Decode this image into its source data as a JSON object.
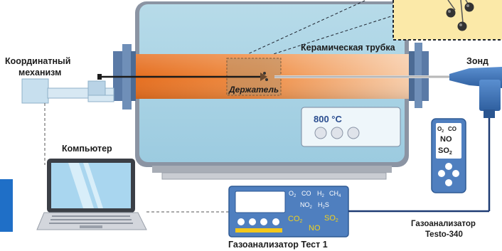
{
  "labels": {
    "ceramic_tube": "Керамическая трубка",
    "probe": "Зонд",
    "coord_line1": "Координатный",
    "coord_line2": "механизм",
    "holder": "Держатель",
    "computer": "Компьютер",
    "temperature": "800 °C",
    "test1_name": "Газоанализатор Тест 1",
    "testo_line1": "Газоанализатор",
    "testo_line2": "Testo-340"
  },
  "test1_gases": {
    "o2": "O",
    "o2_sub": "2",
    "co": "CO",
    "h2": "H",
    "h2_sub": "2",
    "ch4": "CH",
    "ch4_sub": "4",
    "no2": "NO",
    "no2_sub": "2",
    "h2s": "H",
    "h2s_sub": "2",
    "h2s_tail": "S",
    "co2": "CO",
    "co2_sub": "2",
    "so2": "SO",
    "so2_sub": "2",
    "no": "NO"
  },
  "testo_gases": {
    "o2": "O",
    "o2_sub": "2",
    "co": "CO",
    "no": "NO",
    "so2": "SO",
    "so2_sub": "2"
  },
  "colors": {
    "furnace": "#a9d3e4",
    "furnace_dark": "#8a96a8",
    "tube_hot": "#e8772a",
    "tube_light": "#f6c9a3",
    "flange": "#5a7aa6",
    "analyzer": "#4f7fbf",
    "accent_yellow": "#f3c81b",
    "inset_bg": "#fbe9a8",
    "probe_blue": "#3f6fb0"
  }
}
